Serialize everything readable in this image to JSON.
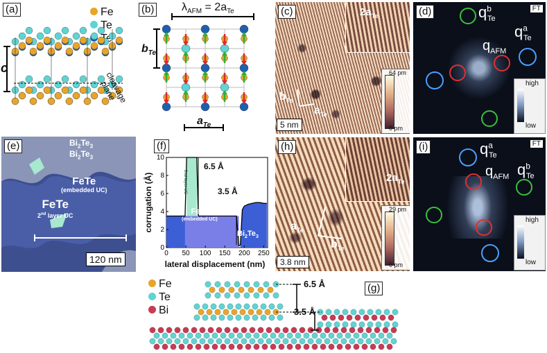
{
  "a": {
    "label": "(a)",
    "legend": [
      {
        "name": "Fe",
        "color": "#e8a52a"
      },
      {
        "name": "Te",
        "color": "#5fd4d4"
      },
      {
        "name": "Te",
        "color": "#1f5fb0"
      }
    ],
    "c_axis": "c",
    "cleavage": "cleavage",
    "plane": "plane"
  },
  "b": {
    "label": "(b)",
    "lambda_lhs": "λ",
    "lambda_sub": "AFM",
    "lambda_rhs": " = 2a",
    "lambda_sub2": "Te",
    "b_axis": "b",
    "b_sub": "Te",
    "a_axis": "a",
    "a_sub": "Te"
  },
  "c": {
    "label": "(c)",
    "inset_label": "2a",
    "inset_sub": "Te",
    "cbar_max": "64 pm",
    "cbar_min": "0 pm",
    "scale": "5 nm",
    "b_axis": "b",
    "a_axis": "a",
    "sub": "Te"
  },
  "d": {
    "label": "(d)",
    "ft": "FT",
    "q_b": "q",
    "q_b_sup": "b",
    "q_b_sub": "Te",
    "q_a": "q",
    "q_a_sup": "a",
    "q_a_sub": "Te",
    "q_afm": "q",
    "q_afm_sub": "AFM",
    "high": "high",
    "low": "low"
  },
  "e": {
    "label": "(e)",
    "bi1": "Bi",
    "bi1_sub": "2",
    "bi1_rest": "Te",
    "bi1_sub2": "3",
    "fete_embedded": "FeTe",
    "embedded_uc": "(embedded UC)",
    "fete_2nd": "FeTe",
    "second_layer": "2",
    "second_sup": "nd",
    "second_rest": " layer UC",
    "scale": "120 nm"
  },
  "f": {
    "label": "(f)",
    "ylabel": "corrugation (Å)",
    "xlabel": "lateral displacement (nm)",
    "step1": "6.5 Å",
    "step2": "3.5 Å",
    "fete": "FeTe",
    "embedded": "(embedded UC)",
    "bite": "Bi",
    "bite_sub": "2",
    "bite_rest": "Te",
    "bite_sub2": "3",
    "second": "2nd layer UC",
    "xticks": [
      "0",
      "50",
      "100",
      "150",
      "200",
      "250"
    ],
    "yticks": [
      "0",
      "2",
      "4",
      "6",
      "8",
      "10"
    ]
  },
  "chart_data": {
    "type": "line",
    "xlabel": "lateral displacement (nm)",
    "ylabel": "corrugation (Å)",
    "xlim": [
      0,
      260
    ],
    "ylim": [
      0,
      10
    ],
    "x": [
      0,
      10,
      20,
      30,
      40,
      48,
      52,
      60,
      70,
      78,
      82,
      90,
      100,
      110,
      120,
      130,
      140,
      150,
      160,
      170,
      180,
      186,
      190,
      195,
      200,
      210,
      220,
      230,
      240,
      250,
      258
    ],
    "series": [
      {
        "values": [
          3.5,
          3.5,
          3.5,
          3.5,
          3.5,
          3.5,
          10.0,
          10.0,
          10.0,
          10.0,
          3.5,
          3.5,
          3.5,
          3.5,
          3.5,
          3.5,
          3.5,
          3.5,
          3.5,
          3.5,
          3.5,
          0.2,
          0.3,
          4.2,
          4.6,
          4.8,
          4.9,
          5.0,
          5.0,
          4.9,
          4.9
        ]
      }
    ]
  },
  "g": {
    "label": "(g)",
    "legend": [
      {
        "name": "Fe",
        "color": "#e8a52a"
      },
      {
        "name": "Te",
        "color": "#5fd4d4"
      },
      {
        "name": "Bi",
        "color": "#c83a55"
      }
    ],
    "step1": "6.5 Å",
    "step2": "3.5 Å"
  },
  "h": {
    "label": "(h)",
    "inset_label": "2a",
    "inset_sub": "Te",
    "cbar_max": "29 pm",
    "cbar_min": "0 pm",
    "scale": "3.8 nm",
    "a_axis": "a",
    "b_axis": "b",
    "sub": "Te"
  },
  "i": {
    "label": "(i)",
    "ft": "FT",
    "q_a": "q",
    "q_a_sup": "a",
    "q_a_sub": "Te",
    "q_b": "q",
    "q_b_sup": "b",
    "q_b_sub": "Te",
    "q_afm": "q",
    "q_afm_sub": "AFM",
    "high": "high",
    "low": "low"
  }
}
